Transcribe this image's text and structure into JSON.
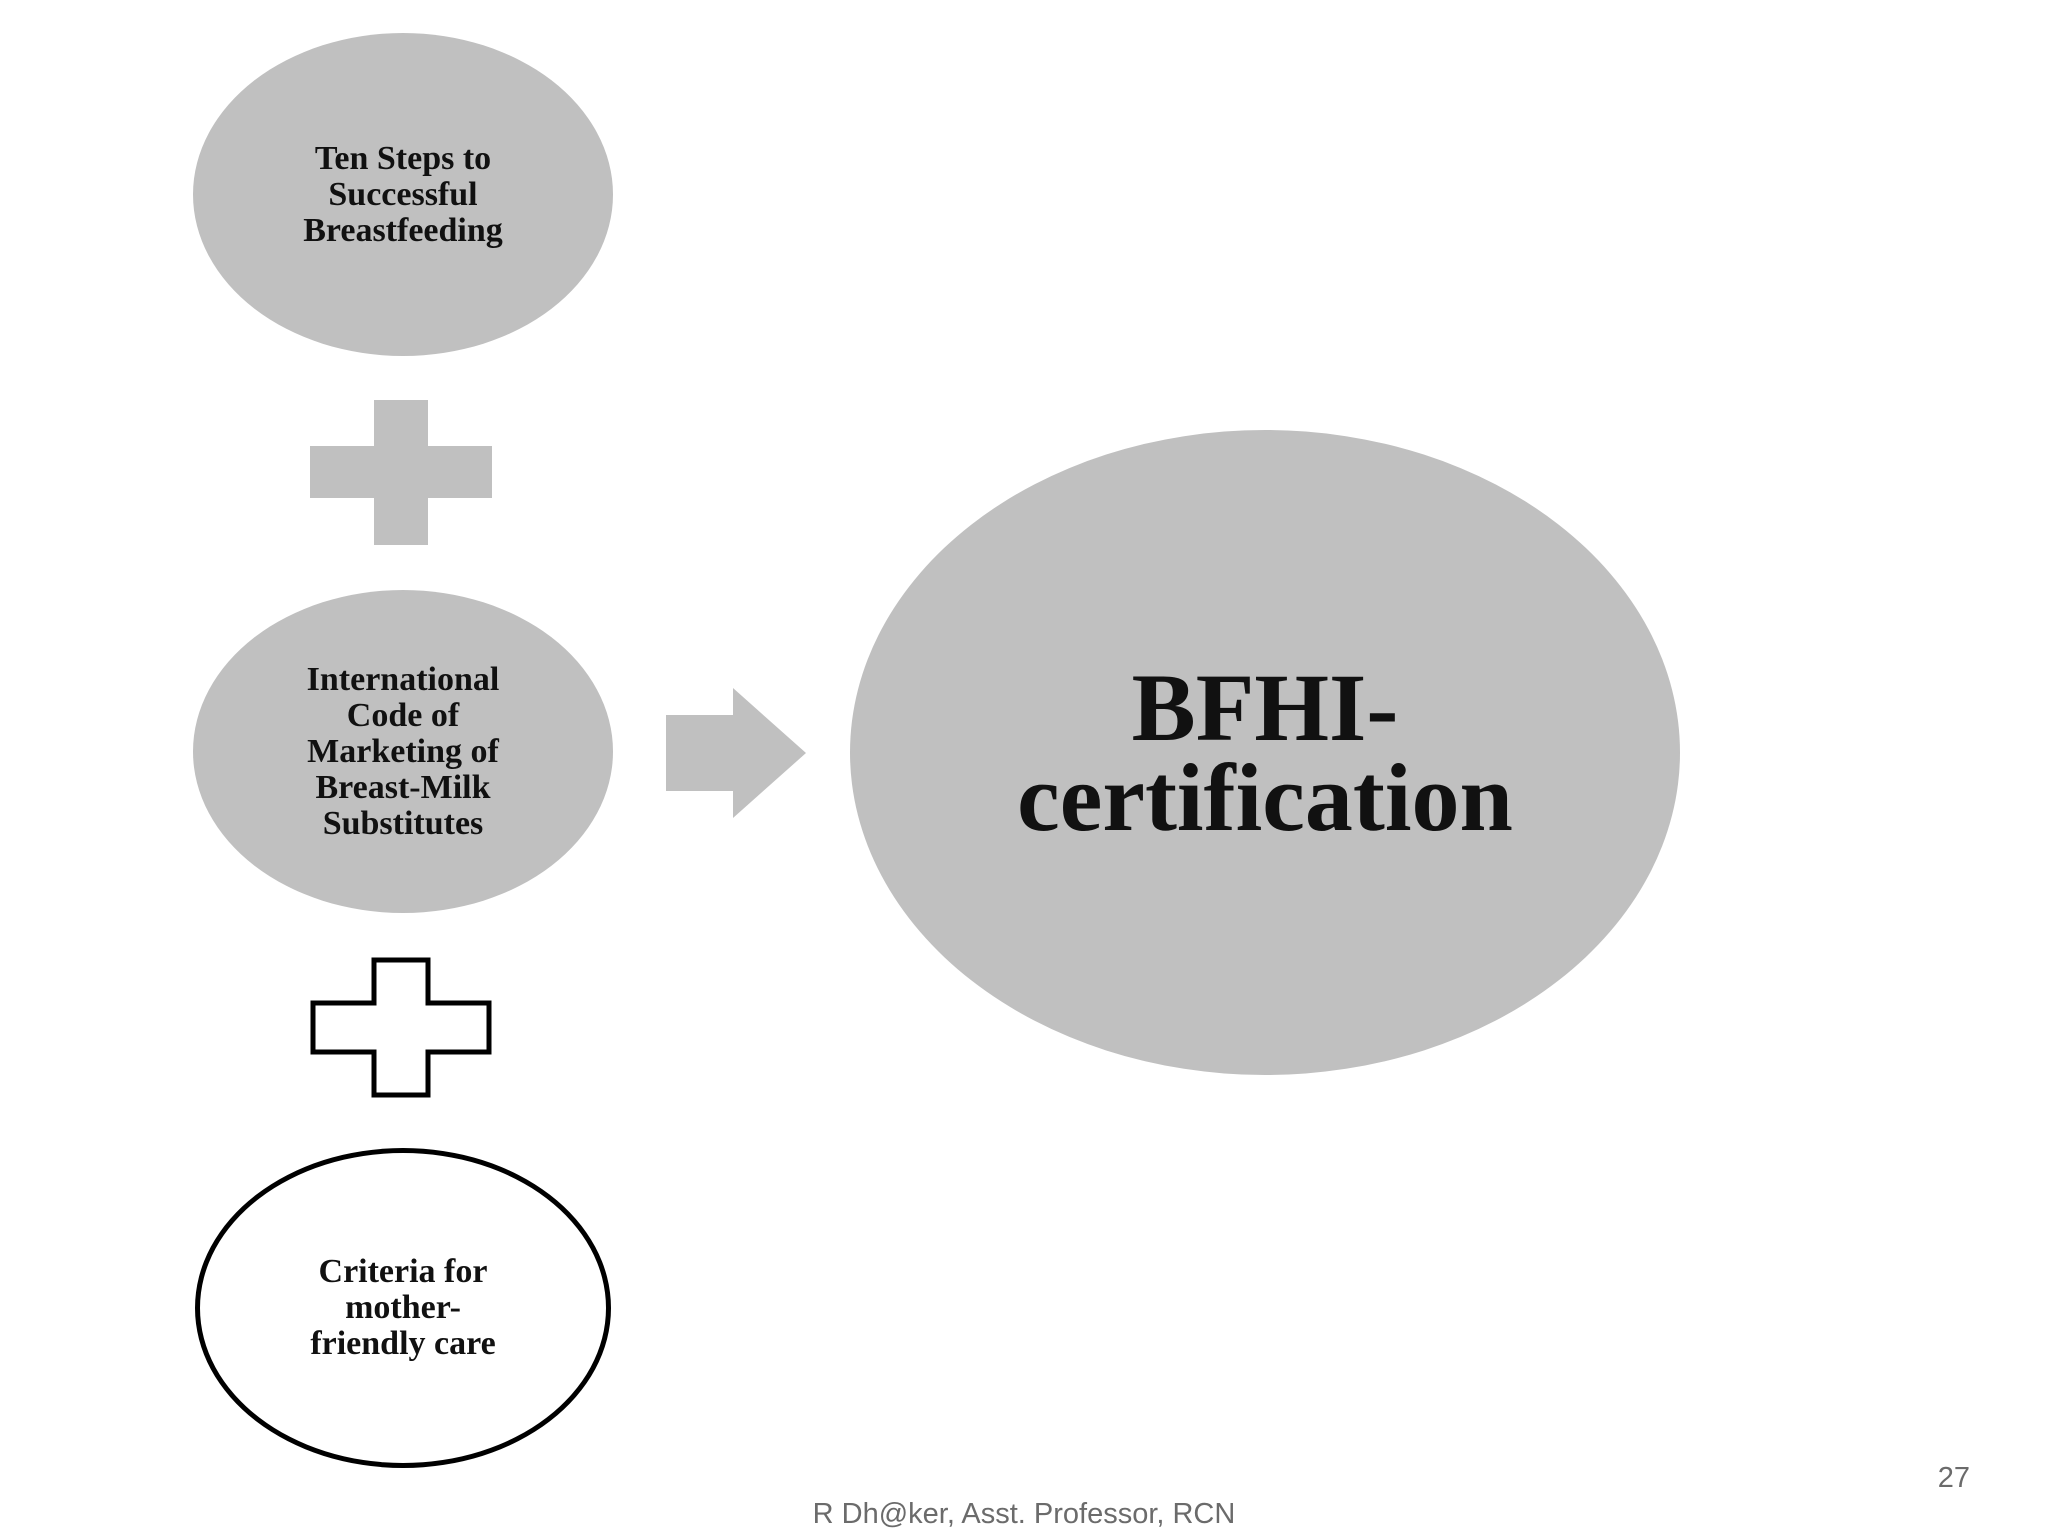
{
  "diagram": {
    "nodes": {
      "ten_steps": "Ten Steps to\nSuccessful\nBreastfeeding",
      "code": "International\nCode of\nMarketing of\nBreast-Milk\nSubstitutes",
      "criteria": "Criteria for\nmother-\nfriendly care",
      "result": "BFHI-\ncertification"
    },
    "colors": {
      "node_fill": "#c0c0c0",
      "outline": "#000000",
      "text": "#111111"
    },
    "icons": {
      "plus_filled": "plus-icon",
      "plus_outlined": "plus-outline-icon",
      "arrow": "arrow-right-icon"
    }
  },
  "footer": {
    "credit": "R Dh@ker, Asst. Professor, RCN",
    "page_number": "27"
  }
}
